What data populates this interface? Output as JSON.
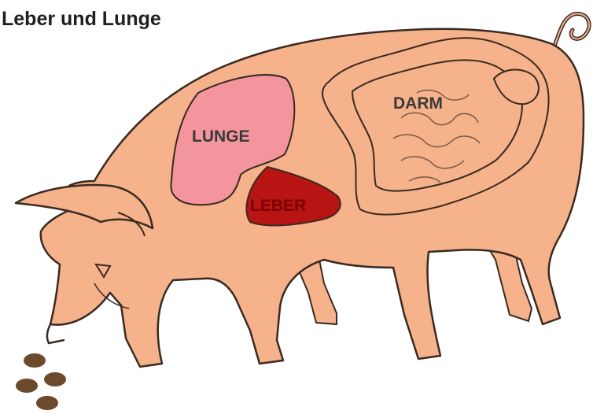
{
  "title": "Leber und Lunge",
  "organs": {
    "lunge": {
      "label": "LUNGE",
      "color": "#f4949c"
    },
    "leber": {
      "label": "LEBER",
      "color": "#b81414"
    },
    "darm": {
      "label": "DARM",
      "color": "#f5b28b"
    }
  },
  "colors": {
    "pig_body": "#f5b28b",
    "outline": "#3a2a22",
    "droppings": "#6b4a2e",
    "label_dark": "#3a3a3a",
    "label_on_liver": "#7a0000"
  }
}
